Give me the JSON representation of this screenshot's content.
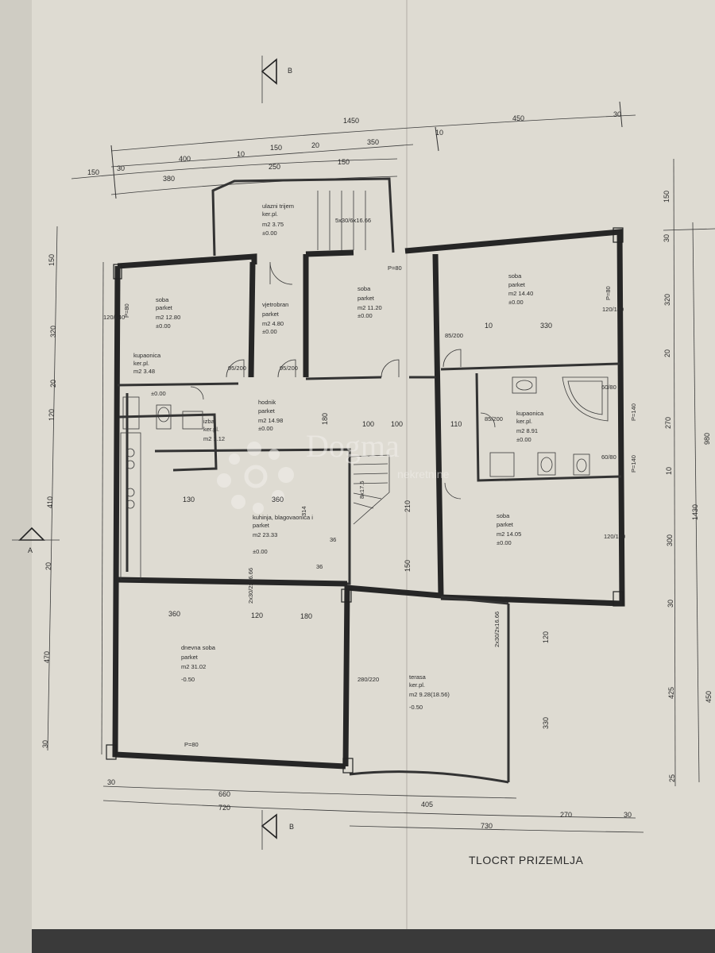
{
  "title": "TLOCRT PRIZEMLJA",
  "watermark": {
    "brand": "Dogma",
    "sub": "nekretnine"
  },
  "section_markers": {
    "top": "B",
    "bottom": "B",
    "left": "A"
  },
  "rooms": [
    {
      "name": "ulazni trijem",
      "floor": "ker.pl.",
      "area": "m2  3.75",
      "level": "±0.00"
    },
    {
      "name": "soba",
      "floor": "parket",
      "area": "m2  12.80",
      "level": "±0.00"
    },
    {
      "name": "vjetrobran",
      "floor": "parket",
      "area": "m2  4.80",
      "level": "±0.00"
    },
    {
      "name": "soba",
      "floor": "parket",
      "area": "m2  11.20",
      "level": "±0.00"
    },
    {
      "name": "soba",
      "floor": "parket",
      "area": "m2  14.40",
      "level": "±0.00"
    },
    {
      "name": "kupaonica",
      "floor": "ker.pl.",
      "area": "m2  3.48",
      "level": "±0.00"
    },
    {
      "name": "hodnik",
      "floor": "parket",
      "area": "m2  14.98",
      "level": "±0.00"
    },
    {
      "name": "izba",
      "floor": "ker.pl.",
      "area": "m2  1.12",
      "level": ""
    },
    {
      "name": "kupaonica",
      "floor": "ker.pl.",
      "area": "m2  8.91",
      "level": "±0.00"
    },
    {
      "name": "kuhinja, blagovaonica i",
      "floor": "parket",
      "area": "m2  23.33",
      "level": "±0.00"
    },
    {
      "name": "soba",
      "floor": "parket",
      "area": "m2  14.05",
      "level": "±0.00"
    },
    {
      "name": "dnevna soba",
      "floor": "parket",
      "area": "m2  31.02",
      "level": "-0.50"
    },
    {
      "name": "terasa",
      "floor": "ker.pl.",
      "area": "m2  9.28(18.56)",
      "level": "-0.50"
    }
  ],
  "dims_top": [
    "1450",
    "450",
    "30",
    "10",
    "400",
    "10",
    "150",
    "20",
    "350",
    "150",
    "30",
    "250",
    "150",
    "380"
  ],
  "dims_bottom": [
    "30",
    "660",
    "720",
    "405",
    "270",
    "30",
    "730"
  ],
  "dims_left": [
    "150",
    "320",
    "20",
    "120",
    "410",
    "20",
    "470",
    "30"
  ],
  "dims_right": [
    "150",
    "30",
    "320",
    "20",
    "270",
    "10",
    "300",
    "30",
    "425",
    "25",
    "980",
    "1430",
    "450"
  ],
  "inner_labels": [
    "P=80",
    "P=80",
    "P=80",
    "P=80",
    "P=140",
    "P=140",
    "120/140",
    "120/140",
    "120/140",
    "100",
    "100",
    "110",
    "180",
    "210",
    "150",
    "130",
    "360",
    "360",
    "120",
    "180",
    "280/220",
    "330",
    "120",
    "36",
    "36",
    "10",
    "330",
    "85/200",
    "85/200",
    "95/200",
    "95/200",
    "60/80",
    "60/80",
    "8x17.5",
    "5x30/6x16.66",
    "2x30/2x16.66",
    "2x30/2x16.66",
    "314"
  ]
}
